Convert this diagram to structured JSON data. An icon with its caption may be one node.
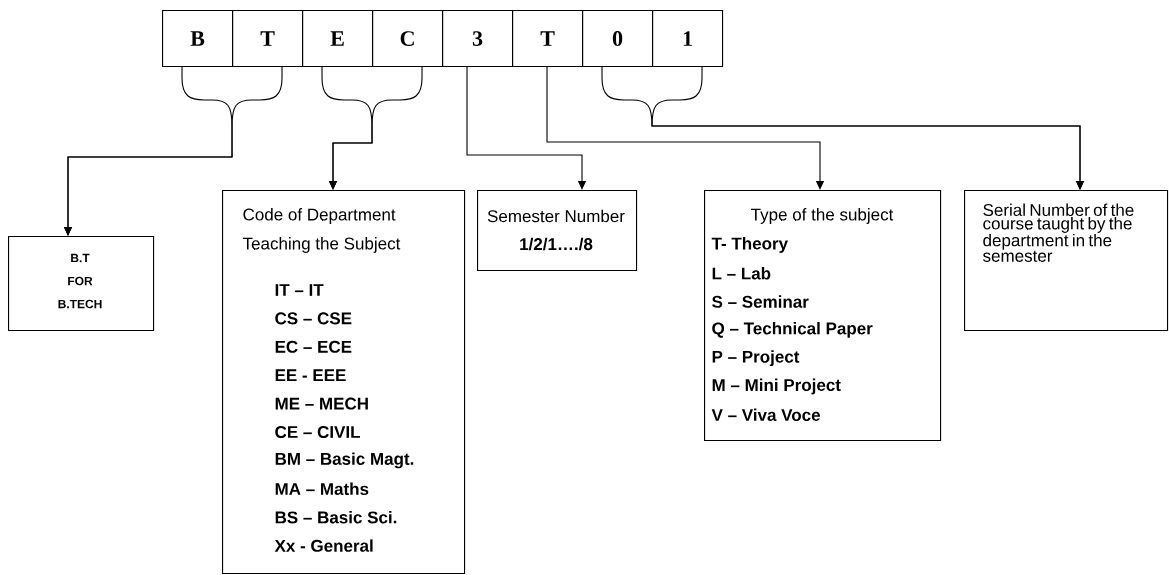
{
  "diagram": {
    "nodes": [
      {
        "text": [
          "B"
        ]
      },
      {
        "text": [
          "T"
        ]
      },
      {
        "text": [
          "E"
        ]
      },
      {
        "text": [
          "C"
        ]
      },
      {
        "text": [
          "3"
        ]
      },
      {
        "text": [
          "T"
        ]
      },
      {
        "text": [
          "0"
        ]
      },
      {
        "text": [
          "1"
        ]
      },
      {
        "text": [
          "B.T",
          "FOR",
          "B.TECH"
        ]
      },
      {
        "text": [
          "Code of Department",
          "Teaching the Subject",
          "IT – IT",
          "CS – CSE",
          "EC – ECE",
          "EE - EEE",
          "ME – MECH",
          "CE – CIVIL",
          "BM – Basic Magt.",
          "MA – Maths",
          "BS – Basic Sci.",
          "Xx - General"
        ]
      },
      {
        "text": [
          "Semester Number",
          "1/2/1…./8"
        ]
      },
      {
        "text": [
          "Type of the subject",
          "T- Theory",
          "L – Lab",
          "S – Seminar",
          "Q – Technical Paper",
          "P – Project",
          "M – Mini Project",
          "V – Viva Voce"
        ]
      },
      {
        "text": [
          "Serial Number of the course taught by the department in the semester"
        ]
      }
    ],
    "edges": [
      {
        "from": 0,
        "to": 8,
        "arrow": "to"
      },
      {
        "from": 1,
        "to": 8,
        "arrow": "to"
      },
      {
        "from": 2,
        "to": 9,
        "arrow": "to"
      },
      {
        "from": 3,
        "to": 9,
        "arrow": "to"
      },
      {
        "from": 4,
        "to": 10,
        "arrow": "to"
      },
      {
        "from": 5,
        "to": 11,
        "arrow": "to"
      },
      {
        "from": 6,
        "to": 12,
        "arrow": "to"
      },
      {
        "from": 7,
        "to": 12,
        "arrow": "to"
      }
    ]
  }
}
